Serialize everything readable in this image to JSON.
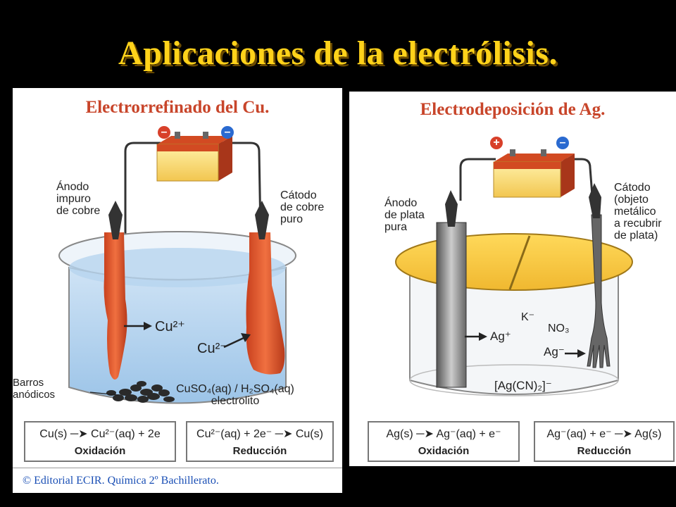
{
  "title": "Aplicaciones de la electrólisis.",
  "left": {
    "heading": "Electrorrefinado del Cu.",
    "battery_sign_left": "–",
    "battery_sign_right": "–",
    "anode_label": [
      "Ánodo",
      "impuro",
      "de cobre"
    ],
    "cathode_label": [
      "Cátodo",
      "de cobre",
      "puro"
    ],
    "ion_1": "Cu²⁺",
    "ion_2": "Cu²⁻",
    "sludge_label": [
      "Barros",
      "anódicos"
    ],
    "electrolyte_formula": "CuSO₄(aq) / H₂SO₄(aq)",
    "electrolyte_label": "electrolito",
    "oxidation_eq": "Cu(s) ─➤ Cu²⁻(aq) + 2e",
    "oxidation_name": "Oxidación",
    "reduction_eq": "Cu²⁻(aq) + 2e⁻ ─➤ Cu(s)",
    "reduction_name": "Reducción",
    "credit": "© Editorial ECIR. Química 2º Bachillerato."
  },
  "right": {
    "heading": "Electrodeposición de Ag.",
    "battery_sign_left": "+",
    "battery_sign_right": "–",
    "anode_label": [
      "Ánodo",
      "de plata",
      "pura"
    ],
    "cathode_label": [
      "Cátodo",
      "(objeto",
      "metálico",
      "a recubrir",
      "de plata)"
    ],
    "ion_k": "K⁻",
    "ion_no3": "NO₃",
    "ion_ag1": "Ag⁺",
    "ion_ag2": "Ag⁻",
    "complex": "[Ag(CN)₂]⁻",
    "oxidation_eq": "Ag(s) ─➤ Ag⁻(aq) + e⁻",
    "oxidation_name": "Oxidación",
    "reduction_eq": "Ag⁻(aq) + e⁻ ─➤ Ag(s)",
    "reduction_name": "Reducción"
  }
}
